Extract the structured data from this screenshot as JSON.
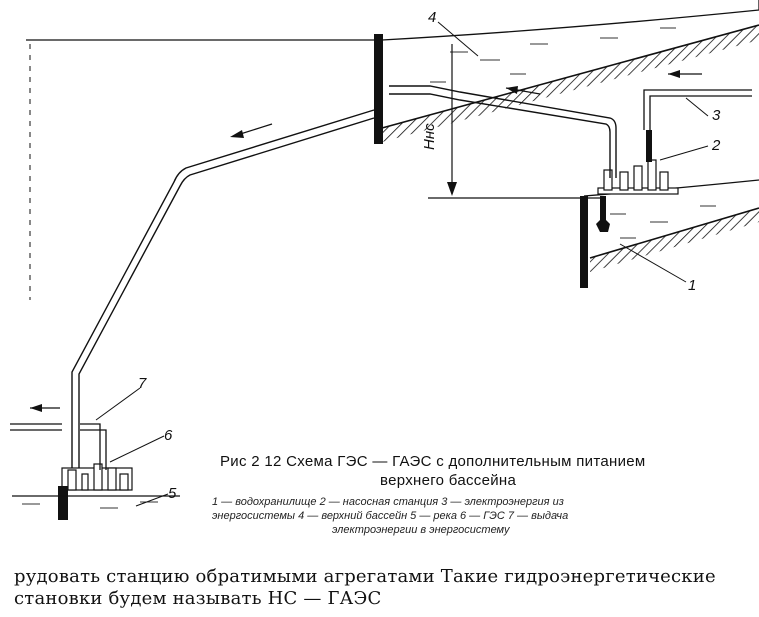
{
  "figure": {
    "labels": {
      "n1": "1",
      "n2": "2",
      "n3": "3",
      "n4": "4",
      "n5": "5",
      "n6": "6",
      "n7": "7",
      "head": "Hнс"
    },
    "caption_line1": "Рис 2 12  Схема ГЭС — ГАЭС с дополнительным питанием",
    "caption_line2": "верхнего бассейна",
    "legend_line1": "1 — водохранилище  2 — насосная станция  3 — электроэнергия из",
    "legend_line2": "энергосистемы  4 — верхний бассейн  5 — река  6 — ГЭС  7 — выдача",
    "legend_line3": "электроэнергии в энергосистему"
  },
  "body_text": {
    "line1": "рудовать станцию обратимыми агрегатами  Такие гидроэнергетические",
    "line2": "становки будем называть НС — ГАЭС"
  }
}
